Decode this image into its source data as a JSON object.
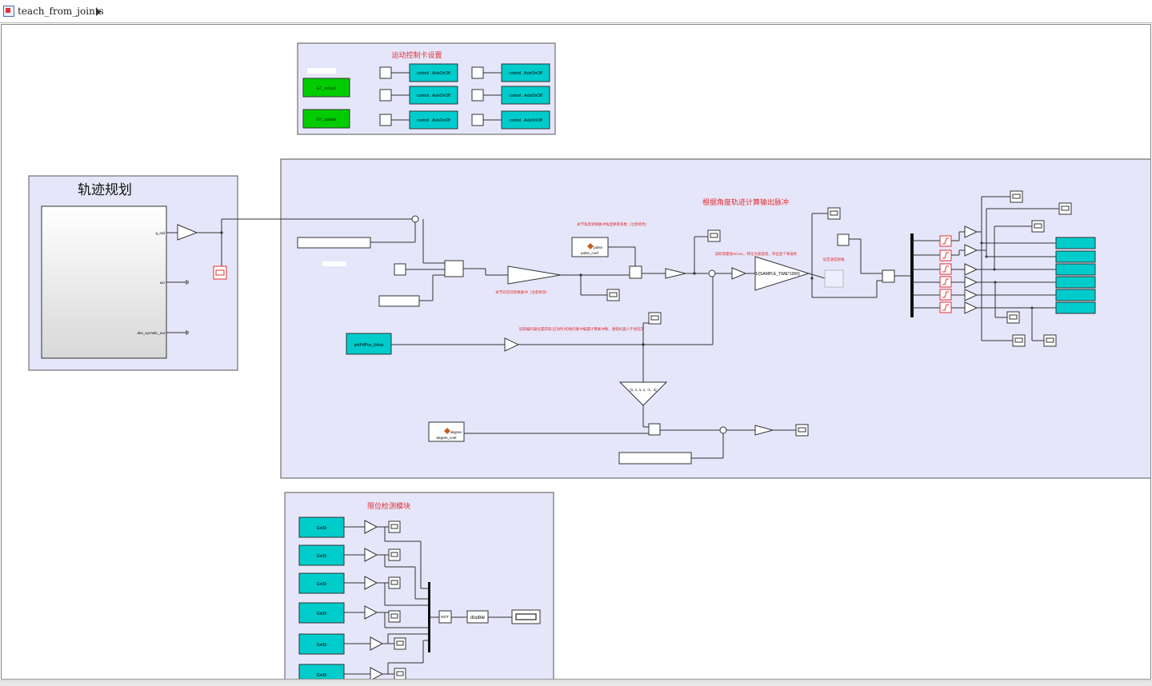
{
  "window": {
    "model_name": "teach_from_joints"
  },
  "panels": {
    "card_setup": {
      "title": "运动控制卡设置",
      "buttons": [
        "GT_setup1",
        "GT_update"
      ],
      "axis_blocks": [
        "control . AxisOnOff",
        "control . AxisOnOff",
        "control . AxisOnOff",
        "control . AxisOnOff",
        "control . AxisOnOff",
        "control . AxisOnOff"
      ]
    },
    "trajectory": {
      "title": "轨迹规划",
      "ports": [
        "q_rad",
        "act",
        "des_xyzABC_out"
      ]
    },
    "pulse_calc": {
      "title": "根据角度轨迹计算输出脉冲",
      "note_top": "关节角度转换脉冲角度换算系数（注意修改）",
      "note_gain": "关节的实际转换脉冲（注意修改）",
      "note_pos": "读取编码器位置获取(启动时)初始的脉冲偏置计算脉冲数，便能机器人不会乱转",
      "note_speed": "读取增量值dmax，转化为速度值，单位是个每毫秒",
      "note_limit": "设定速度限幅",
      "pulse_const_label": "pulse_coef",
      "pulse_const_tag": "pulse",
      "get_pos_block": "getPrfPos_6Axis",
      "vector_gain": "[1, 1, 1, 1, -1, -1]",
      "sample_gain": "1/(SAMPLE_TIME*1000)",
      "degree_const_label": "degree_coef",
      "degree_const_tag": "degree"
    },
    "limit_detect": {
      "title": "限位检测模块",
      "blocks": [
        "GetDi",
        "GetDi",
        "GetDi",
        "GetDi",
        "GetDi",
        "GetDi"
      ],
      "not_block": "NOT",
      "convert_block": "double"
    }
  },
  "colors": {
    "panel_bg": "#e6e6fa",
    "cyan_block": "#00cccc",
    "green_block": "#00cc00",
    "red_text": "#e03030",
    "titlebar_bg": "#ffffff"
  }
}
